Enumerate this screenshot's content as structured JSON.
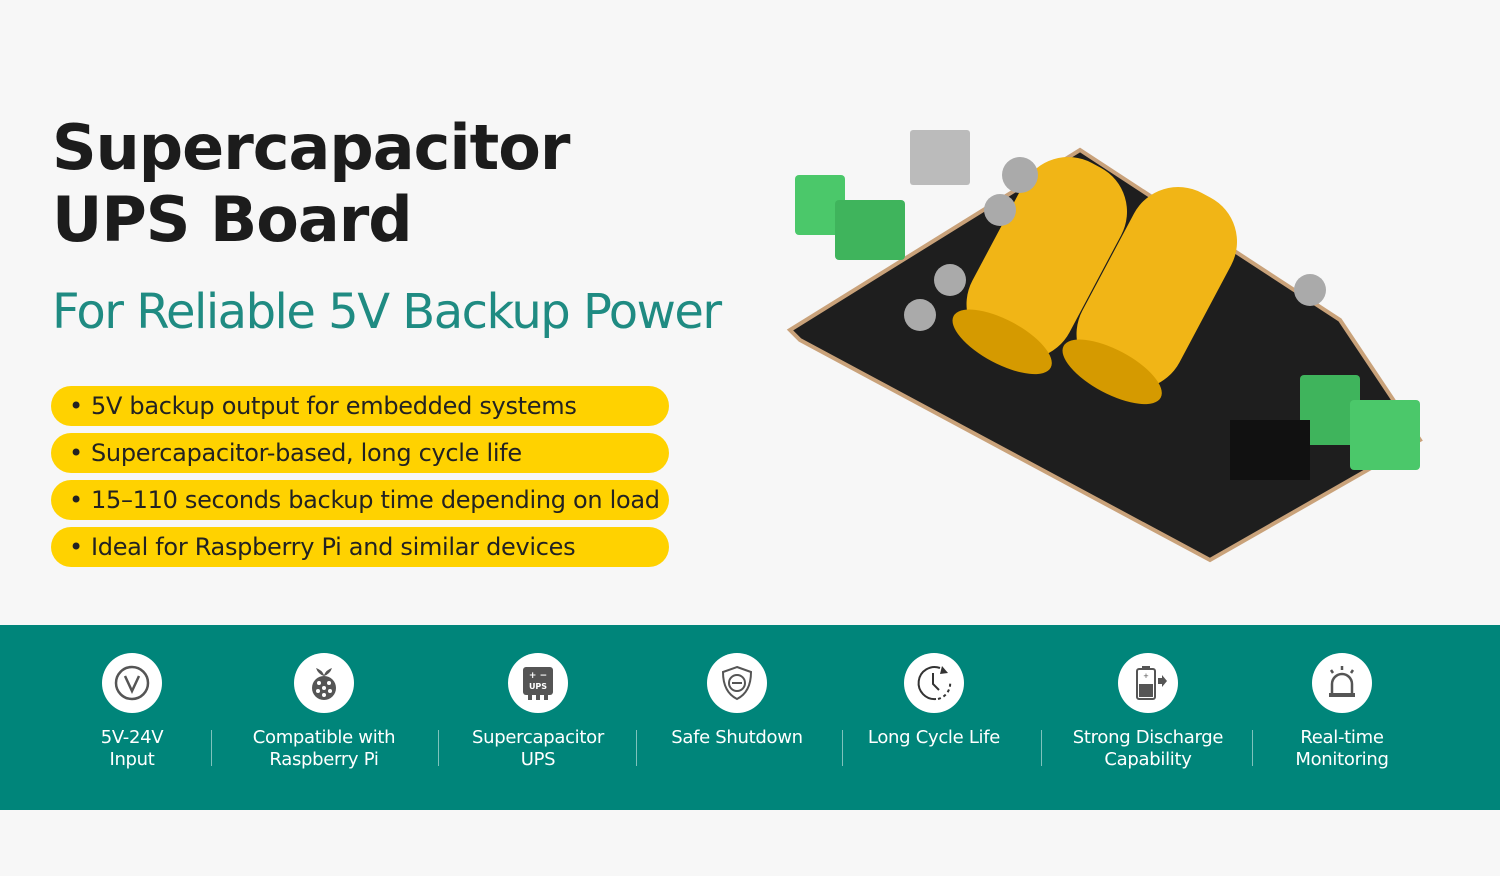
{
  "title_line1": "Supercapacitor",
  "title_line2": "UPS Board",
  "subtitle": "For Reliable 5V Backup Power",
  "bullets": [
    "5V backup output for embedded systems",
    "Supercapacitor-based, long cycle life",
    "15–110 seconds backup time depending on load",
    "Ideal for Raspberry Pi and similar devices"
  ],
  "bullet_symbol": "•",
  "features": [
    {
      "label": "5V-24V\nInput",
      "icon": "voltage-icon"
    },
    {
      "label": "Compatible with\nRaspberry Pi",
      "icon": "raspberry-pi-icon"
    },
    {
      "label": "Supercapacitor\nUPS",
      "icon": "ups-icon"
    },
    {
      "label": "Safe Shutdown",
      "icon": "shield-icon"
    },
    {
      "label": "Long Cycle Life",
      "icon": "clock-cycle-icon"
    },
    {
      "label": "Strong Discharge\nCapability",
      "icon": "battery-discharge-icon"
    },
    {
      "label": "Real-time\nMonitoring",
      "icon": "alarm-light-icon"
    }
  ],
  "colors": {
    "accent": "#00857a",
    "highlight": "#ffd200",
    "subtitle": "#1f8b82"
  }
}
